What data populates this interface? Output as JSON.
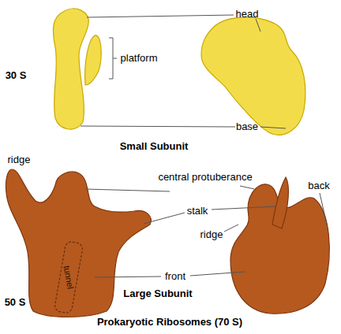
{
  "diagram": {
    "caption": "Prokaryotic Ribosomes (70 S)",
    "labels": [
      "head",
      "platform",
      "30 S",
      "base",
      "Small Subunit",
      "ridge",
      "central protuberance",
      "stalk",
      "ridge",
      "back",
      "tunnel",
      "front",
      "50 S",
      "Large Subunit"
    ]
  }
}
